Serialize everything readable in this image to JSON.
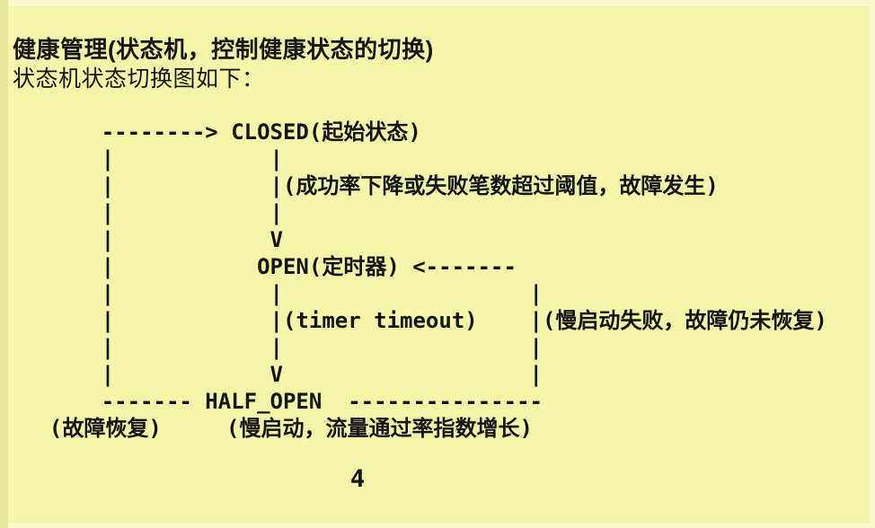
{
  "page": {
    "background_color": "#f5f5a9",
    "edge_shadow_color": "#e7e79c",
    "edge_highlight_color": "#fafad0",
    "text_color": "#161616",
    "page_number": "4"
  },
  "header": {
    "title": "健康管理(状态机，控制健康状态的切换)",
    "subtitle": "状态机状态切换图如下："
  },
  "diagram": {
    "states": [
      "CLOSED",
      "OPEN",
      "HALF_OPEN"
    ],
    "state_notes": {
      "CLOSED": "起始状态",
      "OPEN": "定时器"
    },
    "transition_labels": [
      "(成功率下降或失败笔数超过阈值，故障发生)",
      "(timer timeout)",
      "(慢启动失败，故障仍未恢复)",
      "(故障恢复)",
      "(慢启动，流量通过率指数增长)"
    ],
    "ascii_lines": [
      "      --------> CLOSED(起始状态)",
      "      |            |",
      "      |            |(成功率下降或失败笔数超过阈值，故障发生)",
      "      |            |",
      "      |            V",
      "      |           OPEN(定时器) <-------",
      "      |            |                   |",
      "      |            |(timer timeout)    |(慢启动失败，故障仍未恢复)",
      "      |            |                   |",
      "      |            V                   |",
      "      ------- HALF_OPEN  ---------------",
      "  (故障恢复)     (慢启动，流量通过率指数增长)"
    ]
  }
}
